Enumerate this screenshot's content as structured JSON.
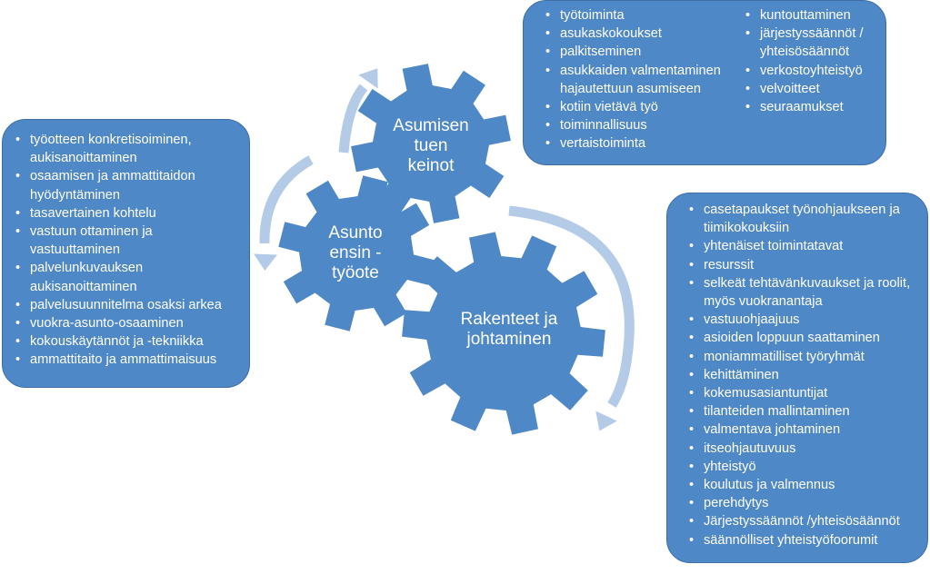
{
  "gears": {
    "top": {
      "label": "Asumisen\ntuen\nkeinot"
    },
    "left": {
      "label": "Asunto\nensin -\ntyöote"
    },
    "big": {
      "label": "Rakenteet ja\njohtaminen"
    }
  },
  "boxes": {
    "left": {
      "items": [
        "työotteen konkretisoiminen, aukisanoittaminen",
        "osaamisen ja ammattitaidon hyödyntäminen",
        "tasavertainen kohtelu",
        "vastuun ottaminen ja vastuuttaminen",
        "palvelunkuvauksen aukisanoittaminen",
        "palvelusuunnitelma osaksi arkea",
        "vuokra-asunto-osaaminen",
        "kokouskäytännöt ja -tekniikka",
        "ammattitaito ja ammattimaisuus"
      ]
    },
    "top_col1": {
      "items": [
        "työtoiminta",
        "asukaskokoukset",
        "palkitseminen",
        "asukkaiden valmentaminen hajautettuun asumiseen",
        "kotiin vietävä työ",
        "toiminnallisuus",
        "vertaistoiminta"
      ]
    },
    "top_col2": {
      "items": [
        "kuntouttaminen",
        "järjestyssäännöt / yhteisösäännöt",
        "verkostoyhteistyö",
        "velvoitteet",
        "seuraamukset"
      ]
    },
    "right": {
      "items": [
        "casetapaukset työnohjaukseen ja tiimikokouksiin",
        "yhtenäiset toimintatavat",
        "resurssit",
        "selkeät tehtävänkuvaukset ja roolit, myös vuokranantaja",
        "vastuuohjaajuus",
        "asioiden loppuun saattaminen",
        "moniammatilliset työryhmät",
        "kehittäminen",
        "kokemusasiantuntijat",
        "tilanteiden mallintaminen",
        "valmentava johtaminen",
        "itseohjautuvuus",
        "yhteistyö",
        "koulutus ja valmennus",
        "perehdytys",
        "Järjestyssäännöt /yhteisösäännöt",
        "säännölliset yhteistyöfoorumit"
      ]
    }
  },
  "colors": {
    "gear": "#4f88c6",
    "box": "#4f88c6",
    "arrow": "#b3cbe6",
    "text": "#ffffff"
  }
}
